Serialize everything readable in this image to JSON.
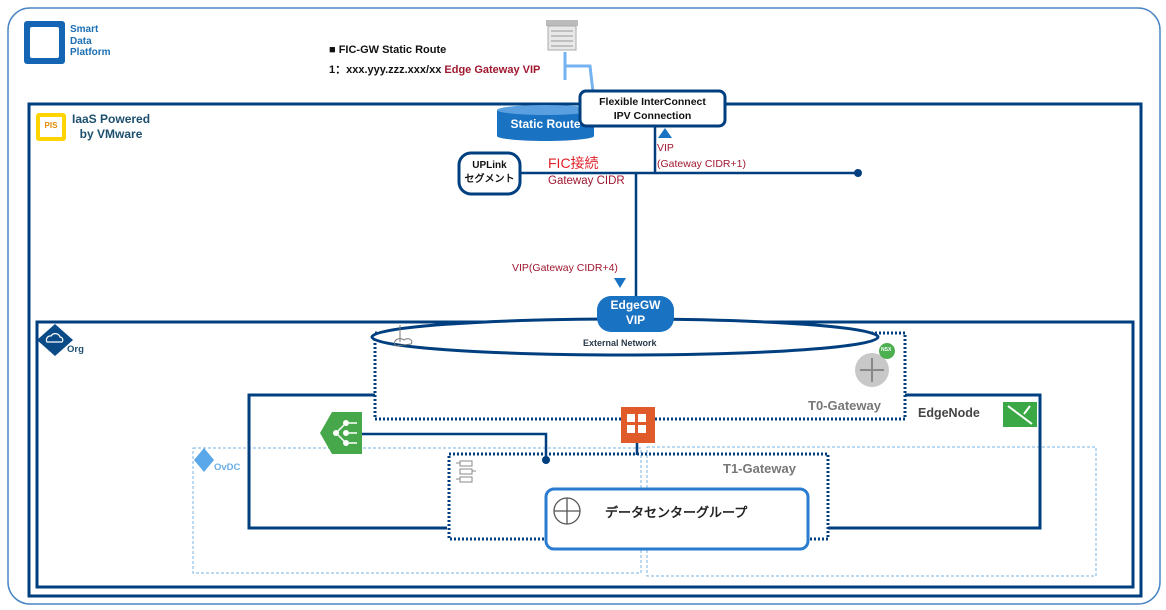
{
  "logo": {
    "lines": [
      "Smart",
      "Data",
      "Platform"
    ]
  },
  "route_note": {
    "title": "■ FIC-GW Static Route",
    "entry_prefix": "1：xxx.yyy.zzz.xxx/xx",
    "entry_target": "Edge Gateway VIP"
  },
  "iaas": {
    "badge": "PIS",
    "title_line1": "IaaS Powered",
    "title_line2": "by VMware"
  },
  "fic_box": {
    "line1": "Flexible InterConnect",
    "line2": "IPV Connection"
  },
  "static_route": "Static Route",
  "vip_top": {
    "line1": "VIP",
    "line2": "(Gateway CIDR+1)"
  },
  "uplink": {
    "line1": "UPLink",
    "line2": "セグメント"
  },
  "fic_label": "FIC接続",
  "gateway_cidr": "Gateway CIDR",
  "vip_edge": "VIP(Gateway CIDR+4)",
  "edgegw": {
    "line1": "EdgeGW",
    "line2": "VIP"
  },
  "org_label": "Org",
  "external_network": "External Network",
  "nsx_badge": "NSX",
  "t0_gateway": "T0-Gateway",
  "edge_node": "EdgeNode",
  "ovdc_label": "OvDC",
  "t1_gateway": "T1-Gateway",
  "datacenter_group": "データセンターグループ",
  "colors": {
    "navy": "#003f7f",
    "blue": "#1a72c2",
    "red_text": "#a01830",
    "fic_red": "#e0202a",
    "ovdc": "#7ab3e5"
  }
}
